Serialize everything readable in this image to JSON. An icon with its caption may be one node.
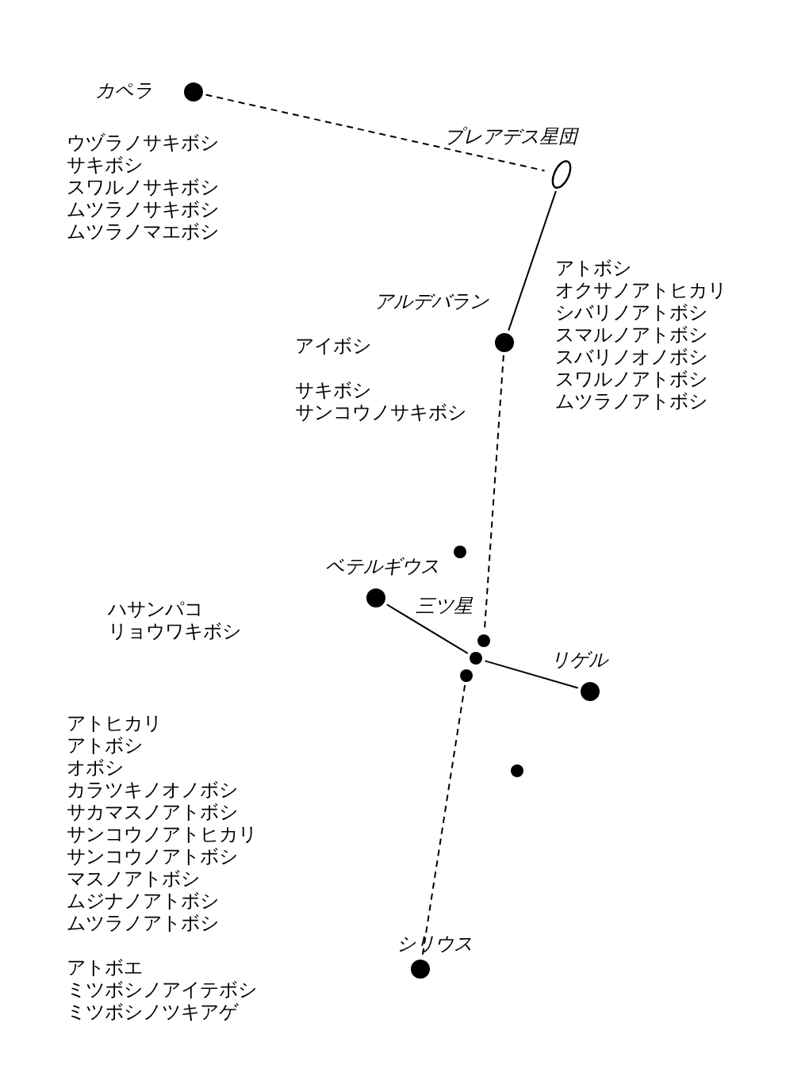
{
  "diagram": {
    "nodes": [
      {
        "text": [
          "カペラ"
        ]
      },
      {
        "text": [
          "プレアデス星団"
        ]
      },
      {
        "text": [
          "アルデバラン"
        ]
      },
      {
        "text": [
          "ベテルギウス"
        ]
      },
      {
        "text": [],
        "shape": "circle"
      },
      {
        "text": [],
        "shape": "circle"
      },
      {
        "text": [],
        "shape": "circle"
      },
      {
        "text": [
          "リゲル"
        ]
      },
      {
        "text": [],
        "shape": "circle"
      },
      {
        "text": [],
        "shape": "circle"
      },
      {
        "text": [
          "シリウス"
        ]
      }
    ],
    "edges": [
      {
        "from": 0,
        "to": 1,
        "arrow": "none",
        "style": "dashed"
      },
      {
        "from": 1,
        "to": 2,
        "arrow": "none"
      },
      {
        "from": 2,
        "to": 5,
        "arrow": "none",
        "style": "dashed"
      },
      {
        "from": 3,
        "to": 6,
        "arrow": "none"
      },
      {
        "from": 6,
        "to": 7,
        "arrow": "none"
      },
      {
        "from": 8,
        "to": 10,
        "arrow": "none",
        "style": "dashed"
      }
    ],
    "labels": [
      "ウヅラノサキボシ",
      "サキボシ",
      "スワルノサキボシ",
      "ムツラノサキボシ",
      "ムツラノマエボシ",
      "アトボシ",
      "オクサノアトヒカリ",
      "シバリノアトボシ",
      "スマルノアトボシ",
      "スバリノオノボシ",
      "スワルノアトボシ",
      "ムツラノアトボシ",
      "アイボシ",
      "サキボシ",
      "サンコウノサキボシ",
      "三ツ星",
      "ハサンパコ",
      "リョウワキボシ",
      "アトヒカリ",
      "アトボシ",
      "オボシ",
      "カラツキノオノボシ",
      "サカマスノアトボシ",
      "サンコウノアトヒカリ",
      "サンコウノアトボシ",
      "マスノアトボシ",
      "ムジナノアトボシ",
      "ムツラノアトボシ",
      "アトボエ",
      "ミツボシノアイテボシ",
      "ミツボシノツキアゲ"
    ]
  }
}
